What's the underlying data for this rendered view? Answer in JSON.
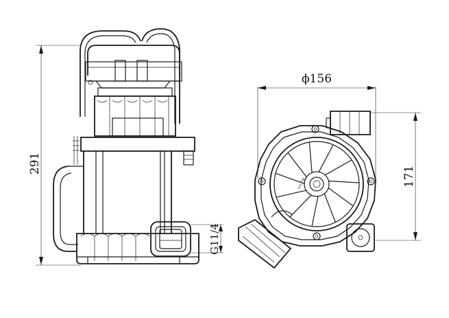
{
  "dimensions": {
    "height": "291",
    "diameter": "ϕ156",
    "outlet_height": "171",
    "thread": "G11/4"
  },
  "rotor_marking": "xxx TW"
}
